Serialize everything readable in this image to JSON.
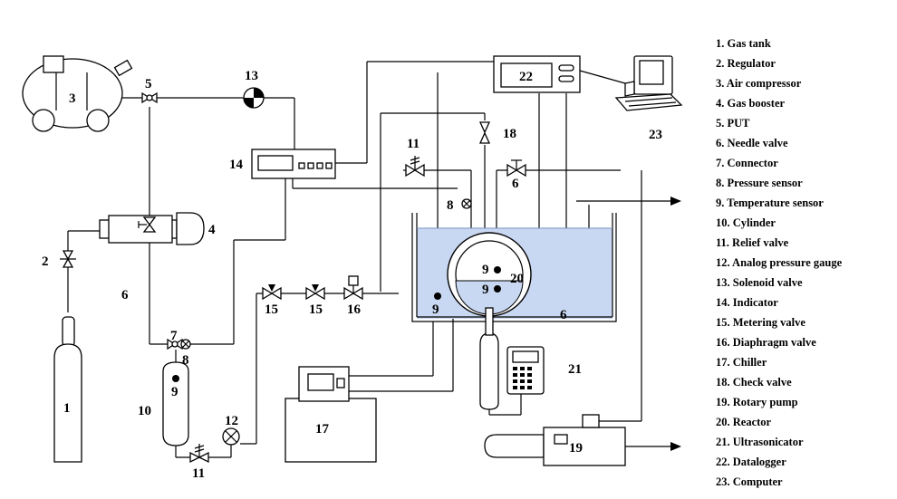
{
  "labels": {
    "n1": "1",
    "n2": "2",
    "n3": "3",
    "n4": "4",
    "n5": "5",
    "n6a": "6",
    "n6b": "6",
    "n6c": "6",
    "n7": "7",
    "n8a": "8",
    "n8b": "8",
    "n9a": "9",
    "n9b": "9",
    "n9c": "9",
    "n9d": "9",
    "n10": "10",
    "n11a": "11",
    "n11b": "11",
    "n12": "12",
    "n13": "13",
    "n14": "14",
    "n15a": "15",
    "n15b": "15",
    "n16": "16",
    "n17": "17",
    "n18": "18",
    "n19": "19",
    "n20": "20",
    "n21": "21",
    "n22": "22",
    "n23": "23"
  },
  "legend": [
    "1. Gas tank",
    "2. Regulator",
    "3. Air compressor",
    "4. Gas booster",
    "5. PUT",
    "6. Needle valve",
    "7. Connector",
    "8. Pressure sensor",
    "9. Temperature sensor",
    "10. Cylinder",
    "11. Relief valve",
    "12. Analog pressure gauge",
    "13. Solenoid valve",
    "14. Indicator",
    "15. Metering valve",
    "16. Diaphragm valve",
    "17. Chiller",
    "18. Check valve",
    "19. Rotary pump",
    "20. Reactor",
    "21. Ultrasonicator",
    "22. Datalogger",
    "23. Computer"
  ],
  "colors": {
    "line": "#000000",
    "water": "#c9d8f2",
    "background": "#ffffff"
  }
}
